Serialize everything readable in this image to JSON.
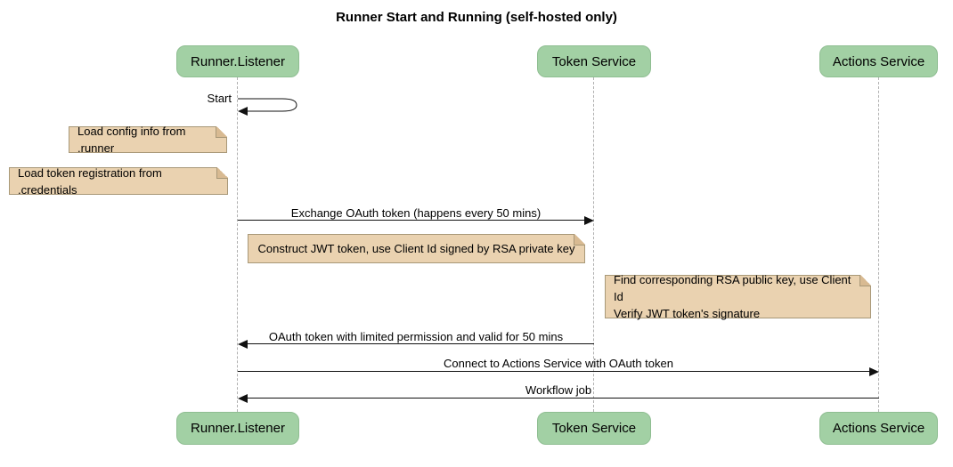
{
  "diagram": {
    "title": "Runner Start and Running (self-hosted only)",
    "type": "sequence-diagram"
  },
  "actors": [
    {
      "name": "Runner.Listener"
    },
    {
      "name": "Token Service"
    },
    {
      "name": "Actions Service"
    }
  ],
  "messages": [
    {
      "label": "Start",
      "from": "Runner.Listener",
      "to": "Runner.Listener",
      "kind": "self"
    },
    {
      "label": "Exchange OAuth token (happens every 50 mins)",
      "from": "Runner.Listener",
      "to": "Token Service",
      "kind": "solid"
    },
    {
      "label": "OAuth token with limited permission and valid for 50 mins",
      "from": "Token Service",
      "to": "Runner.Listener",
      "kind": "solid"
    },
    {
      "label": "Connect to Actions Service with OAuth token",
      "from": "Runner.Listener",
      "to": "Actions Service",
      "kind": "solid"
    },
    {
      "label": "Workflow job",
      "from": "Actions Service",
      "to": "Runner.Listener",
      "kind": "solid"
    }
  ],
  "notes": [
    {
      "text": "Load config info from .runner",
      "near": "Runner.Listener"
    },
    {
      "text": "Load token registration from .credentials",
      "near": "Runner.Listener"
    },
    {
      "text": "Construct JWT token, use Client Id signed by RSA private key",
      "near": "Token Service"
    },
    {
      "text": "Find corresponding RSA public key, use Client Id\nVerify JWT token's signature",
      "near": "Actions Service"
    }
  ],
  "colors": {
    "actor_fill": "#a2d0a4",
    "actor_border": "#8fbe92",
    "note_fill": "#ead2b0",
    "note_border": "#a89878",
    "note_fold": "#d8ba92",
    "lifeline": "#b0b0b0",
    "message_line": "#111111",
    "background": "#ffffff",
    "text": "#000000"
  }
}
